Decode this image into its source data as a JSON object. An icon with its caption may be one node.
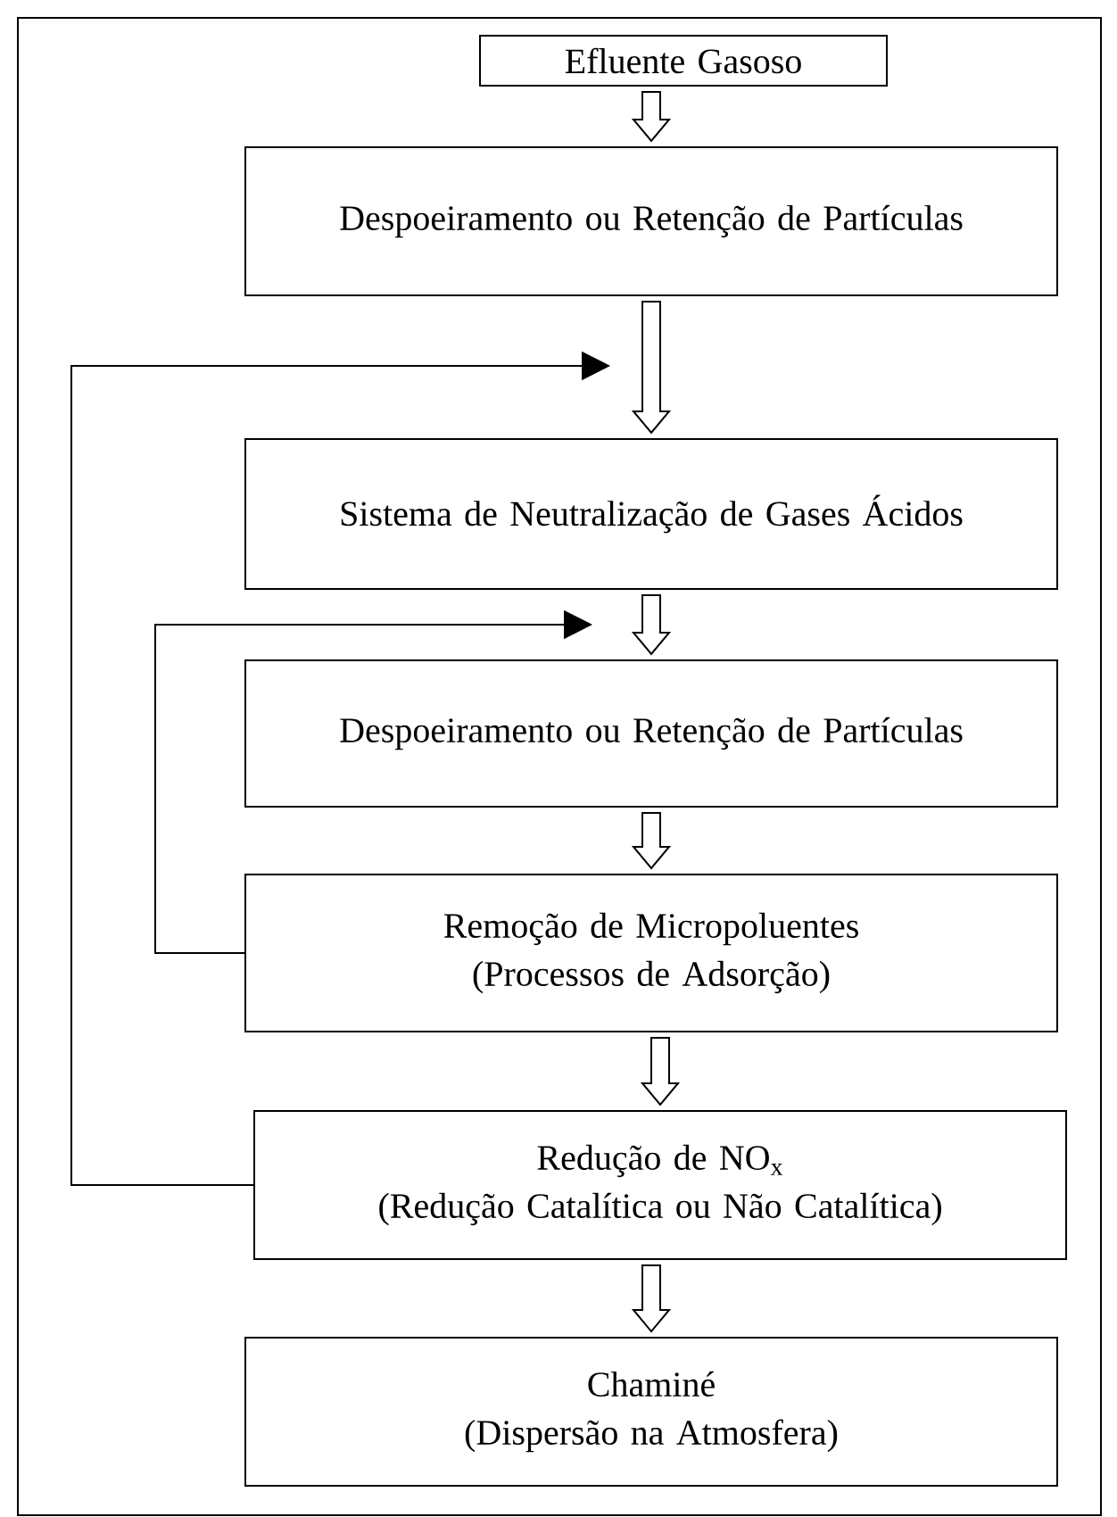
{
  "diagram": {
    "nodes": [
      {
        "text": [
          "Efluente Gasoso"
        ]
      },
      {
        "text": [
          "Despoeiramento ou Retenção de Partículas"
        ]
      },
      {
        "text": [
          "Sistema de Neutralização de Gases Ácidos"
        ]
      },
      {
        "text": [
          "Despoeiramento ou Retenção de Partículas"
        ]
      },
      {
        "text": [
          "Remoção de Micropoluentes",
          "(Processos de Adsorção)"
        ]
      },
      {
        "text": [
          "Redução de NO$_{x}$",
          "(Redução Catalítica ou Não Catalítica)"
        ]
      },
      {
        "text": [
          "Chaminé",
          "(Dispersão na Atmosfera)"
        ]
      }
    ],
    "edges": [
      {
        "from": 0,
        "to": 1,
        "arrow": "to"
      },
      {
        "from": 1,
        "to": 2,
        "arrow": "to"
      },
      {
        "from": 2,
        "to": 3,
        "arrow": "to"
      },
      {
        "from": 3,
        "to": 4,
        "arrow": "to"
      },
      {
        "from": 4,
        "to": 5,
        "arrow": "to"
      },
      {
        "from": 5,
        "to": 6,
        "arrow": "to"
      },
      {
        "from": 5,
        "to": null,
        "arrow": "to"
      },
      {
        "from": 4,
        "to": null,
        "arrow": "to"
      }
    ]
  }
}
